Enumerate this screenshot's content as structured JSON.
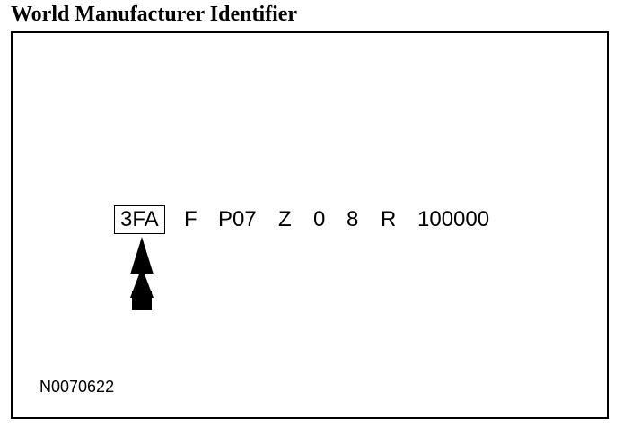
{
  "title": "World Manufacturer Identifier",
  "vin": {
    "segments": [
      {
        "name": "wmi",
        "text": "3FA",
        "highlighted": true
      },
      {
        "name": "restraint",
        "text": "F"
      },
      {
        "name": "model",
        "text": "P07"
      },
      {
        "name": "engine",
        "text": "Z"
      },
      {
        "name": "check-digit",
        "text": "0"
      },
      {
        "name": "model-year",
        "text": "8"
      },
      {
        "name": "plant",
        "text": "R"
      },
      {
        "name": "serial",
        "text": "100000"
      }
    ]
  },
  "figure_id": "N0070622",
  "colors": {
    "foreground": "#000000",
    "background": "#ffffff"
  },
  "icons": {
    "pointer": "up-arrow-icon"
  }
}
